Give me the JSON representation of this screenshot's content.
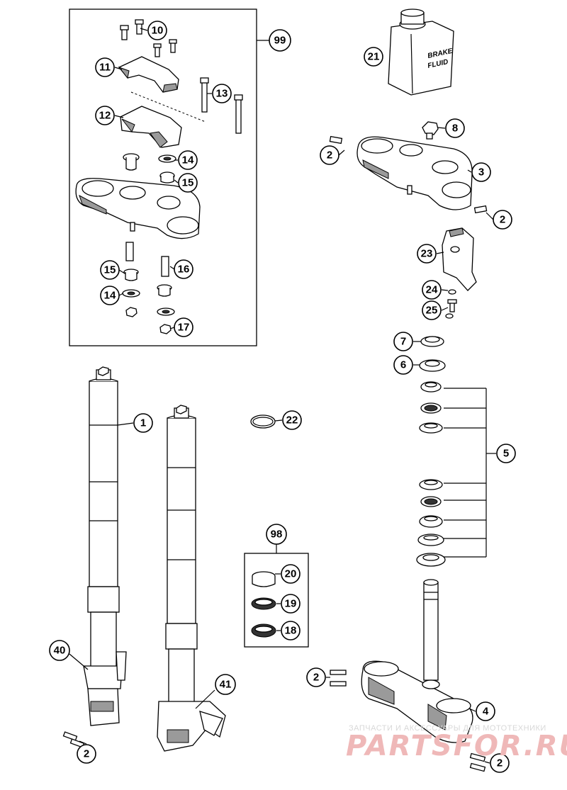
{
  "diagram": {
    "callouts": {
      "c99": "99",
      "c10": "10",
      "c11": "11",
      "c12": "12",
      "c13": "13",
      "c14a": "14",
      "c15a": "15",
      "c15b": "15",
      "c16": "16",
      "c14b": "14",
      "c17": "17",
      "c21": "21",
      "c8": "8",
      "c2a": "2",
      "c3": "3",
      "c2b": "2",
      "c23": "23",
      "c24": "24",
      "c25": "25",
      "c7": "7",
      "c6": "6",
      "c5": "5",
      "c1": "1",
      "c22": "22",
      "c98": "98",
      "c20": "20",
      "c19": "19",
      "c18": "18",
      "c40": "40",
      "c41": "41",
      "c2c": "2",
      "c2d": "2",
      "c4": "4",
      "c2e": "2"
    },
    "can_label_line1": "BRAKE",
    "can_label_line2": "FLUID"
  },
  "watermark": {
    "tagline": "ЗАПЧАСТИ И АКСЕССУАРЫ ДЛЯ МОТОТЕХНИКИ",
    "brand": "PARTSFOR.RU"
  }
}
